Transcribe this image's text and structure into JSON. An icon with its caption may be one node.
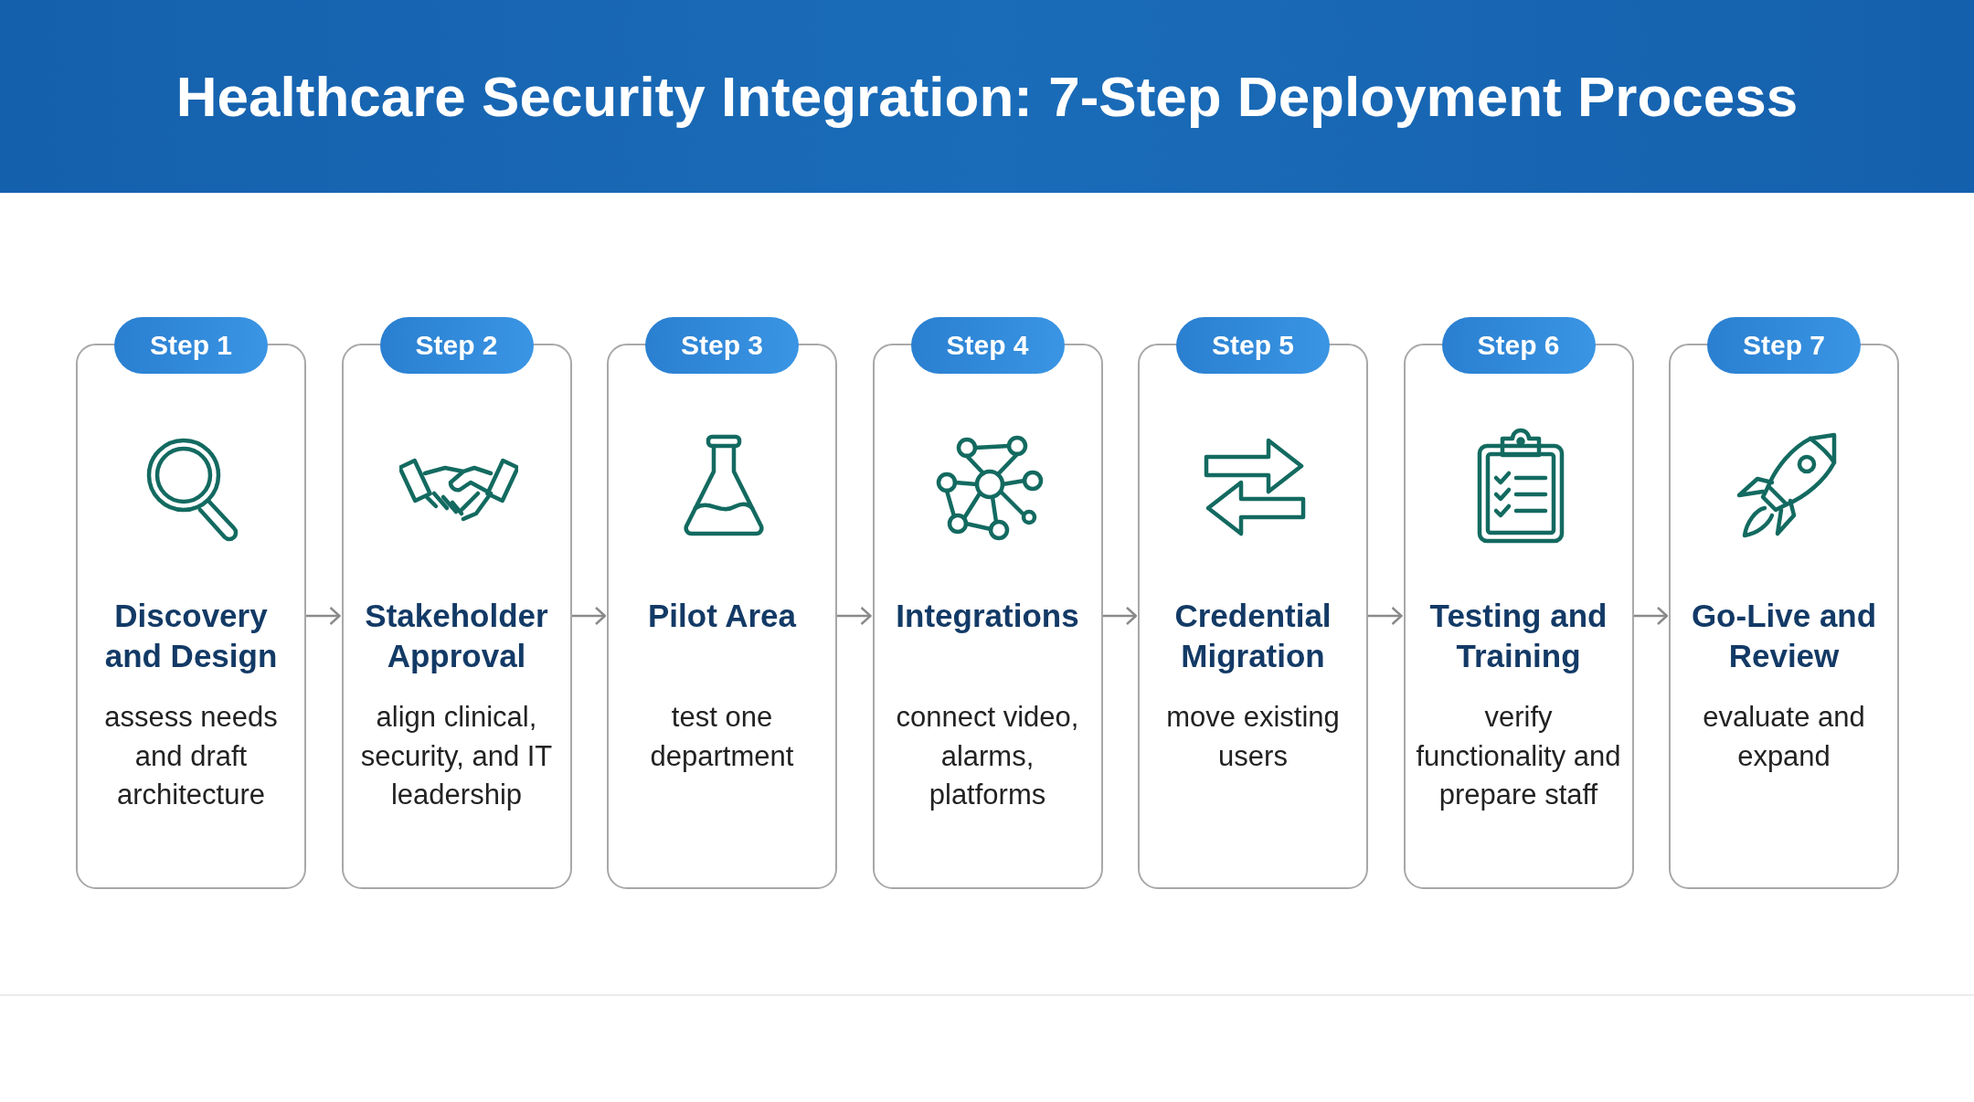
{
  "diagram": {
    "title": "Healthcare Security Integration: 7-Step Deployment Process",
    "nodes": [
      {
        "text": [
          "Step 1",
          "Discovery and Design",
          "assess needs and draft architecture"
        ]
      },
      {
        "text": [
          "Step 2",
          "Stakeholder Approval",
          "align clinical, security, and IT leadership"
        ]
      },
      {
        "text": [
          "Step 3",
          "Pilot Area",
          "test one department"
        ]
      },
      {
        "text": [
          "Step 4",
          "Integrations",
          "connect video, alarms, platforms"
        ]
      },
      {
        "text": [
          "Step 5",
          "Credential Migration",
          "move existing users"
        ]
      },
      {
        "text": [
          "Step 6",
          "Testing and Training",
          "verify functionality and prepare staff"
        ]
      },
      {
        "text": [
          "Step 7",
          "Go-Live and Review",
          "evaluate and expand"
        ]
      }
    ],
    "edges": [
      {
        "from": 0,
        "to": 1,
        "arrow": "to"
      },
      {
        "from": 1,
        "to": 2,
        "arrow": "to"
      },
      {
        "from": 2,
        "to": 3,
        "arrow": "to"
      },
      {
        "from": 3,
        "to": 4,
        "arrow": "to"
      },
      {
        "from": 4,
        "to": 5,
        "arrow": "to"
      },
      {
        "from": 5,
        "to": 6,
        "arrow": "to"
      }
    ]
  }
}
